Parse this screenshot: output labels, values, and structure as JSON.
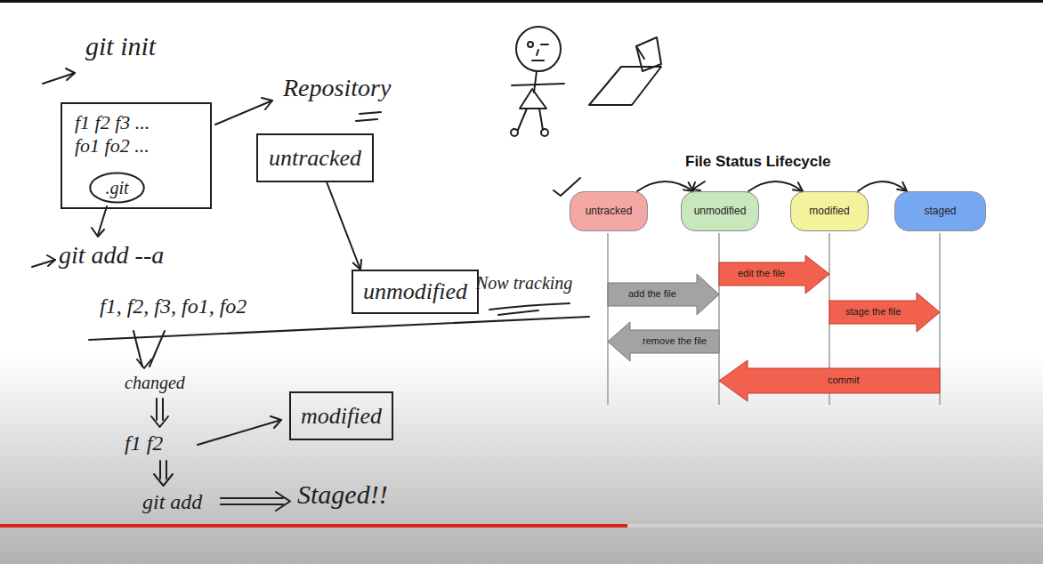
{
  "diagram": {
    "title": "File Status Lifecycle",
    "nodes": [
      {
        "text": [
          "f1 f2 f3 ...",
          "fo1 fo2 ..."
        ]
      },
      {
        "text": [
          ".git"
        ],
        "in": 0
      },
      {
        "text": [
          "untracked"
        ]
      },
      {
        "text": [
          "unmodified"
        ]
      },
      {
        "text": [
          "modified"
        ]
      },
      {
        "text": [
          "untracked"
        ]
      },
      {
        "text": [
          "unmodified"
        ]
      },
      {
        "text": [
          "modified"
        ]
      },
      {
        "text": [
          "staged"
        ]
      }
    ],
    "edges": [
      {
        "from": 2,
        "to": 3,
        "arrow": "to"
      },
      {
        "from": 5,
        "to": 6,
        "arrow": "to"
      },
      {
        "from": 6,
        "to": 7,
        "arrow": "to"
      },
      {
        "from": 7,
        "to": 8,
        "arrow": "to"
      }
    ],
    "labels": [
      "git init",
      "Repository",
      "git add --a",
      "f1, f2, f3, fo1, fo2",
      "Now tracking",
      "changed",
      "f1 f2",
      "git add",
      "Staged!!",
      "add the file",
      "remove the file",
      "edit the file",
      "stage the file",
      "commit"
    ]
  }
}
